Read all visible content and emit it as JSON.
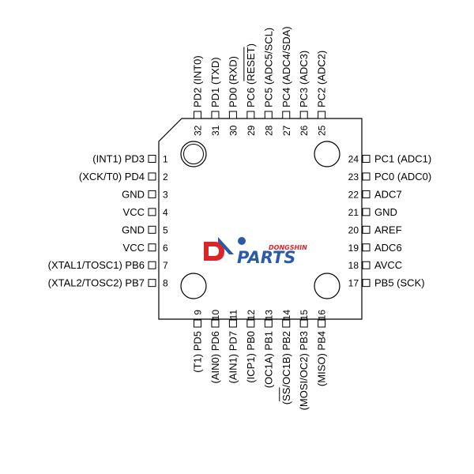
{
  "chip": {
    "logo": {
      "brand": "DONGSHIN",
      "word": "PARTS",
      "color_blue": "#2a5aa8",
      "color_red": "#d8262a"
    },
    "pins_left": [
      {
        "num": "1",
        "label": "(INT1) PD3"
      },
      {
        "num": "2",
        "label": "(XCK/T0) PD4"
      },
      {
        "num": "3",
        "label": "GND"
      },
      {
        "num": "4",
        "label": "VCC"
      },
      {
        "num": "5",
        "label": "GND"
      },
      {
        "num": "6",
        "label": "VCC"
      },
      {
        "num": "7",
        "label": "(XTAL1/TOSC1) PB6"
      },
      {
        "num": "8",
        "label": "(XTAL2/TOSC2) PB7"
      }
    ],
    "pins_bottom": [
      {
        "num": "9",
        "label": "(T1) PD5"
      },
      {
        "num": "10",
        "label": "(AIN0) PD6"
      },
      {
        "num": "11",
        "label": "(AIN1) PD7"
      },
      {
        "num": "12",
        "label": "(ICP1) PB0"
      },
      {
        "num": "13",
        "label": "(OC1A) PB1"
      },
      {
        "num": "14",
        "label": "(SS/OC1B) PB2"
      },
      {
        "num": "15",
        "label": "(MOSI/OC2) PB3"
      },
      {
        "num": "16",
        "label": "(MISO) PB4"
      }
    ],
    "pins_right": [
      {
        "num": "24",
        "label": "PC1 (ADC1)"
      },
      {
        "num": "23",
        "label": "PC0 (ADC0)"
      },
      {
        "num": "22",
        "label": "ADC7"
      },
      {
        "num": "21",
        "label": "GND"
      },
      {
        "num": "20",
        "label": "AREF"
      },
      {
        "num": "19",
        "label": "ADC6"
      },
      {
        "num": "18",
        "label": "AVCC"
      },
      {
        "num": "17",
        "label": "PB5 (SCK)"
      }
    ],
    "pins_top": [
      {
        "num": "32",
        "label": "PD2 (INT0)"
      },
      {
        "num": "31",
        "label": "PD1 (TXD)"
      },
      {
        "num": "30",
        "label": "PD0 (RXD)"
      },
      {
        "num": "29",
        "label": "PC6 (RESET)"
      },
      {
        "num": "28",
        "label": "PC5 (ADC5/SCL)"
      },
      {
        "num": "27",
        "label": "PC4 (ADC4/SDA)"
      },
      {
        "num": "26",
        "label": "PC3 (ADC3)"
      },
      {
        "num": "25",
        "label": "PC2 (ADC2)"
      }
    ]
  }
}
